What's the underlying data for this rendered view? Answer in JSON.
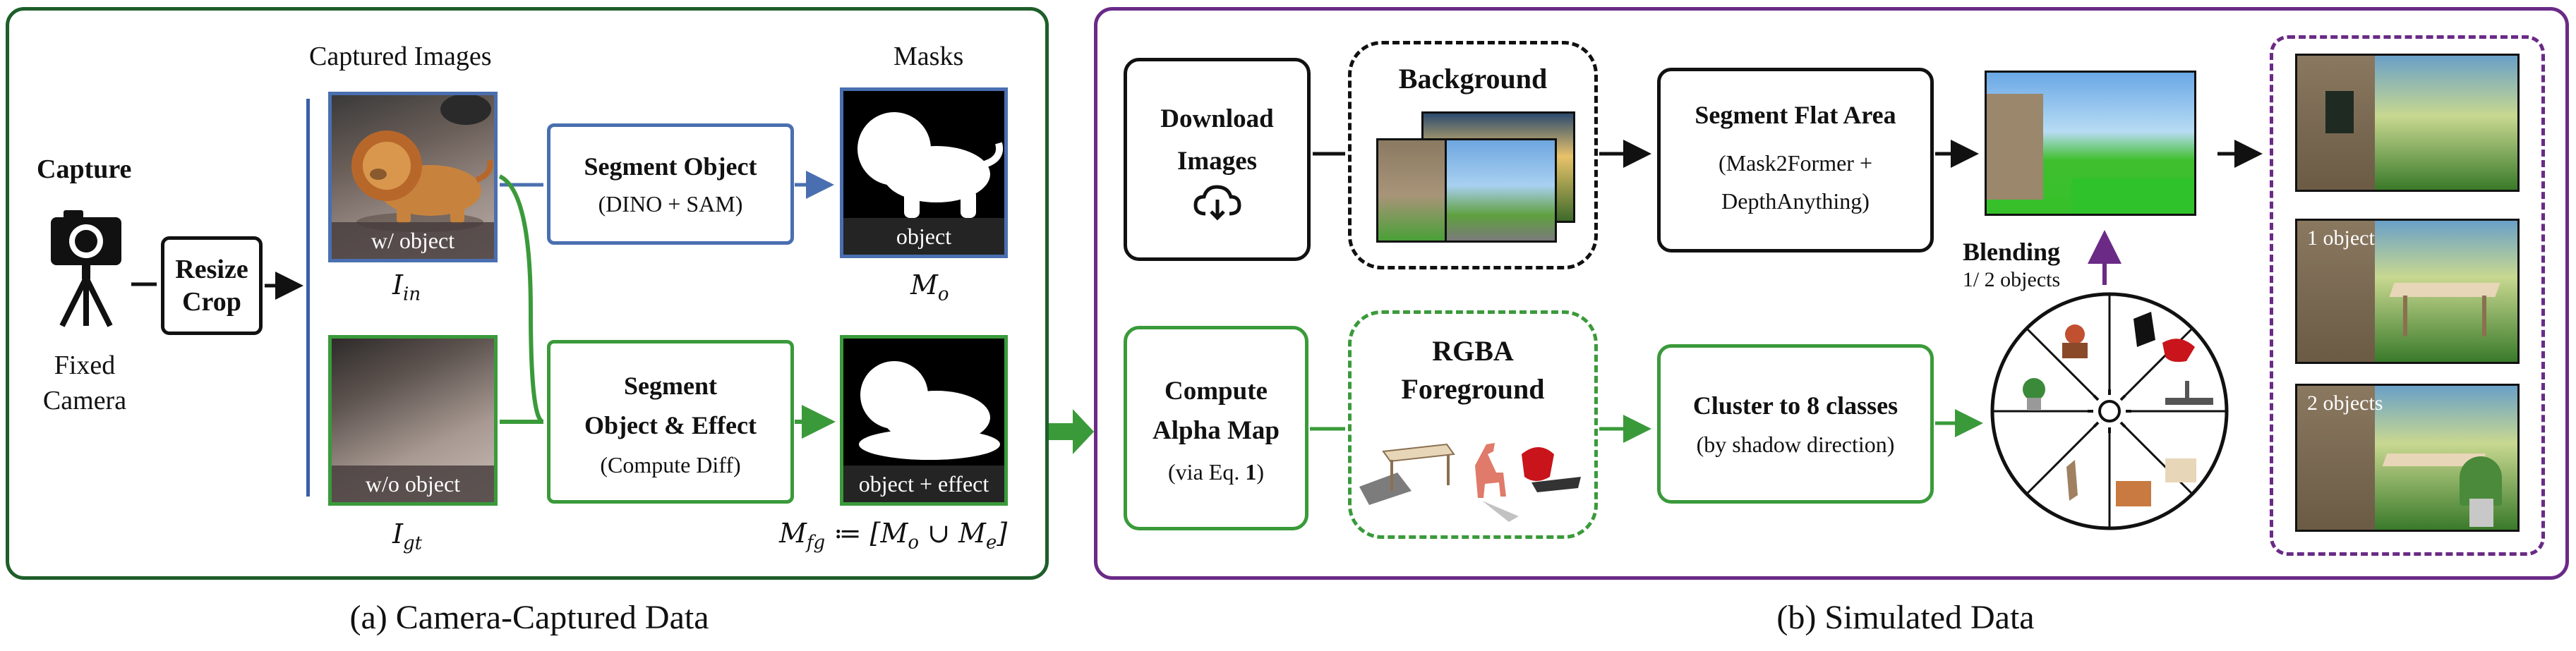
{
  "left_panel": {
    "caption": "(a) Camera-Captured Data",
    "capture_label": "Capture",
    "fixed_camera": [
      "Fixed",
      "Camera"
    ],
    "resize_crop": [
      "Resize",
      "Crop"
    ],
    "captured_images_label": "Captured Images",
    "masks_label": "Masks",
    "img_with_object": "w/ object",
    "img_without_object": "w/o object",
    "i_in": "I",
    "i_in_sub": "in",
    "i_gt": "I",
    "i_gt_sub": "gt",
    "segment_object": "Segment Object",
    "segment_object_sub": "(DINO + SAM)",
    "segment_object_effect": [
      "Segment",
      "Object & Effect"
    ],
    "segment_object_effect_sub": "(Compute Diff)",
    "mask_object_label": "object",
    "mask_effect_label": "object + effect",
    "m_o": "M",
    "m_o_sub": "o",
    "m_fg_formula": "M",
    "m_fg_sub": "fg",
    "m_fg_rest": " ≔ [M",
    "m_fg_o": "o",
    "m_fg_union": " ∪ M",
    "m_fg_e": "e",
    "m_fg_close": "]"
  },
  "right_panel": {
    "caption": "(b) Simulated Data",
    "download_images": [
      "Download",
      "Images"
    ],
    "background": "Background",
    "segment_flat_area": "Segment Flat Area",
    "segment_flat_area_sub": [
      "(Mask2Former +",
      "DepthAnything)"
    ],
    "blending": "Blending",
    "blending_sub": "1/ 2 objects",
    "compute_alpha": [
      "Compute",
      "Alpha Map"
    ],
    "compute_alpha_sub_pre": "(via Eq. ",
    "compute_alpha_sub_num": "1",
    "compute_alpha_sub_post": ")",
    "rgba_foreground": [
      "RGBA",
      "Foreground"
    ],
    "cluster": "Cluster to 8 classes",
    "cluster_sub": "(by shadow direction)",
    "result_1obj": "1 object",
    "result_2obj": "2 objects"
  },
  "colors": {
    "green": "#3a9a3a",
    "dark_green": "#1e5e2a",
    "blue": "#4a6fb0",
    "purple": "#6a2a86",
    "black": "#111111"
  }
}
